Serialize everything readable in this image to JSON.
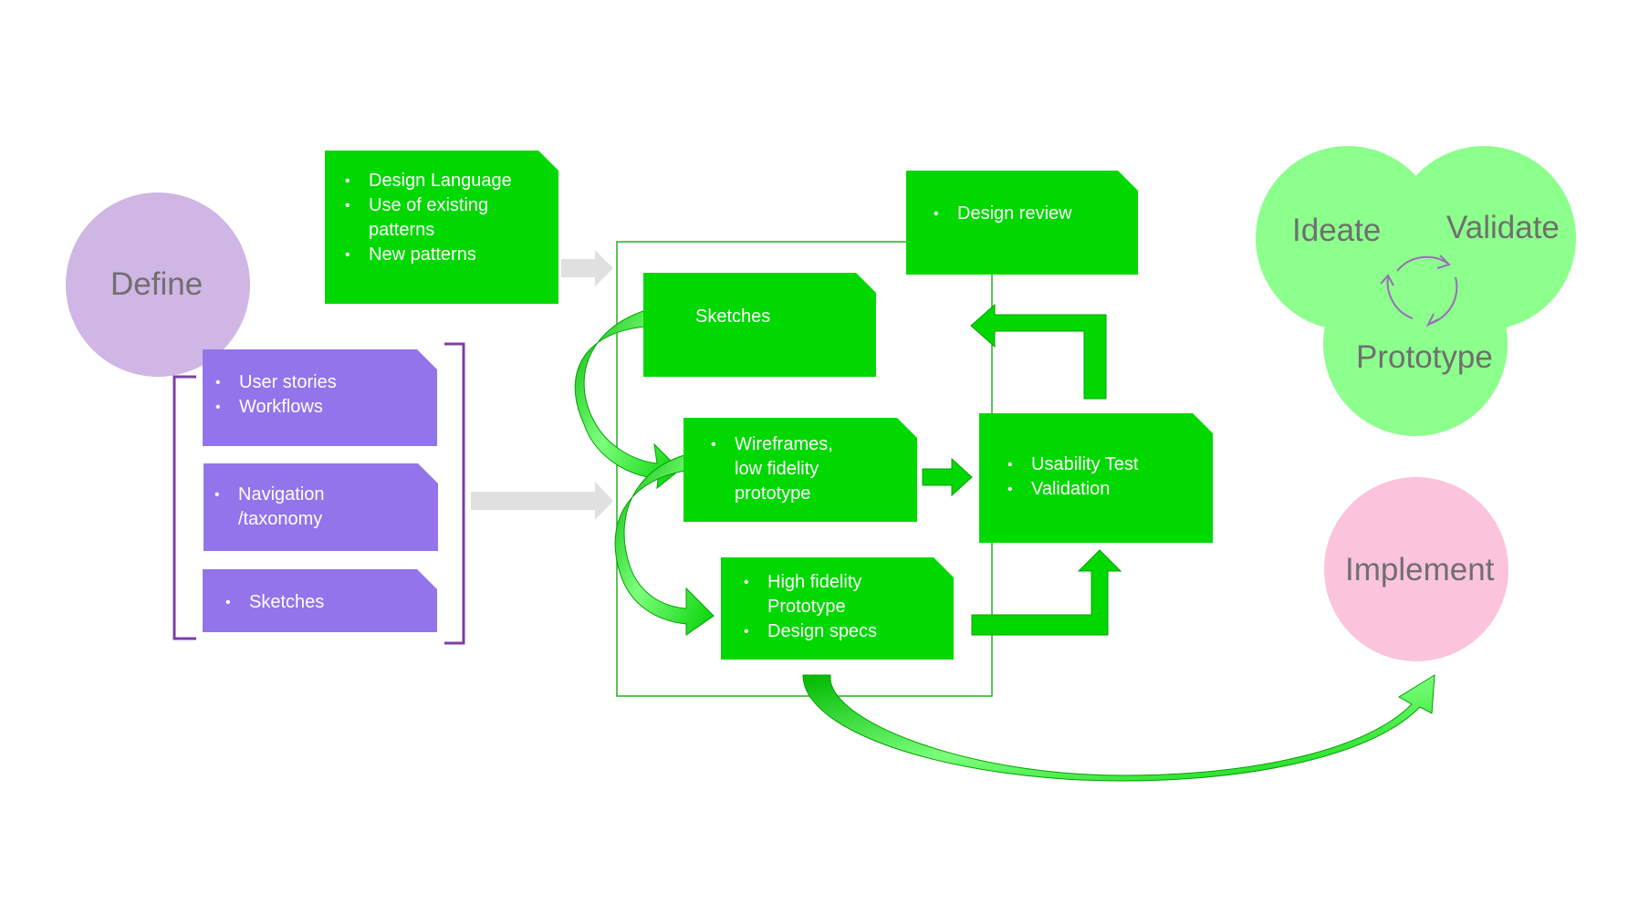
{
  "define": {
    "label": "Define"
  },
  "define_items": {
    "box1": [
      "User stories",
      "Workflows"
    ],
    "box2": [
      "Navigation",
      "/taxonomy"
    ],
    "box3": [
      "Sketches"
    ]
  },
  "design_language": [
    "Design Language",
    "Use of existing",
    "patterns",
    "New patterns"
  ],
  "sketches": "Sketches",
  "wireframes": [
    "Wireframes,",
    "low fidelity",
    "prototype"
  ],
  "high_fidelity": [
    "High fidelity",
    "Prototype",
    "Design specs"
  ],
  "design_review": "Design review",
  "usability": [
    "Usability Test",
    "Validation"
  ],
  "cycle": {
    "ideate": "Ideate",
    "validate": "Validate",
    "prototype": "Prototype"
  },
  "implement": {
    "label": "Implement"
  },
  "colors": {
    "green": "#00d800",
    "purple_box": "#9374ea",
    "define_circle": "#cfb6e4",
    "cycle_circle": "#8cff8c",
    "implement_circle": "#fbc3dc",
    "bracket": "#7b3fa5",
    "gray_arrow": "#e0e0e0"
  }
}
